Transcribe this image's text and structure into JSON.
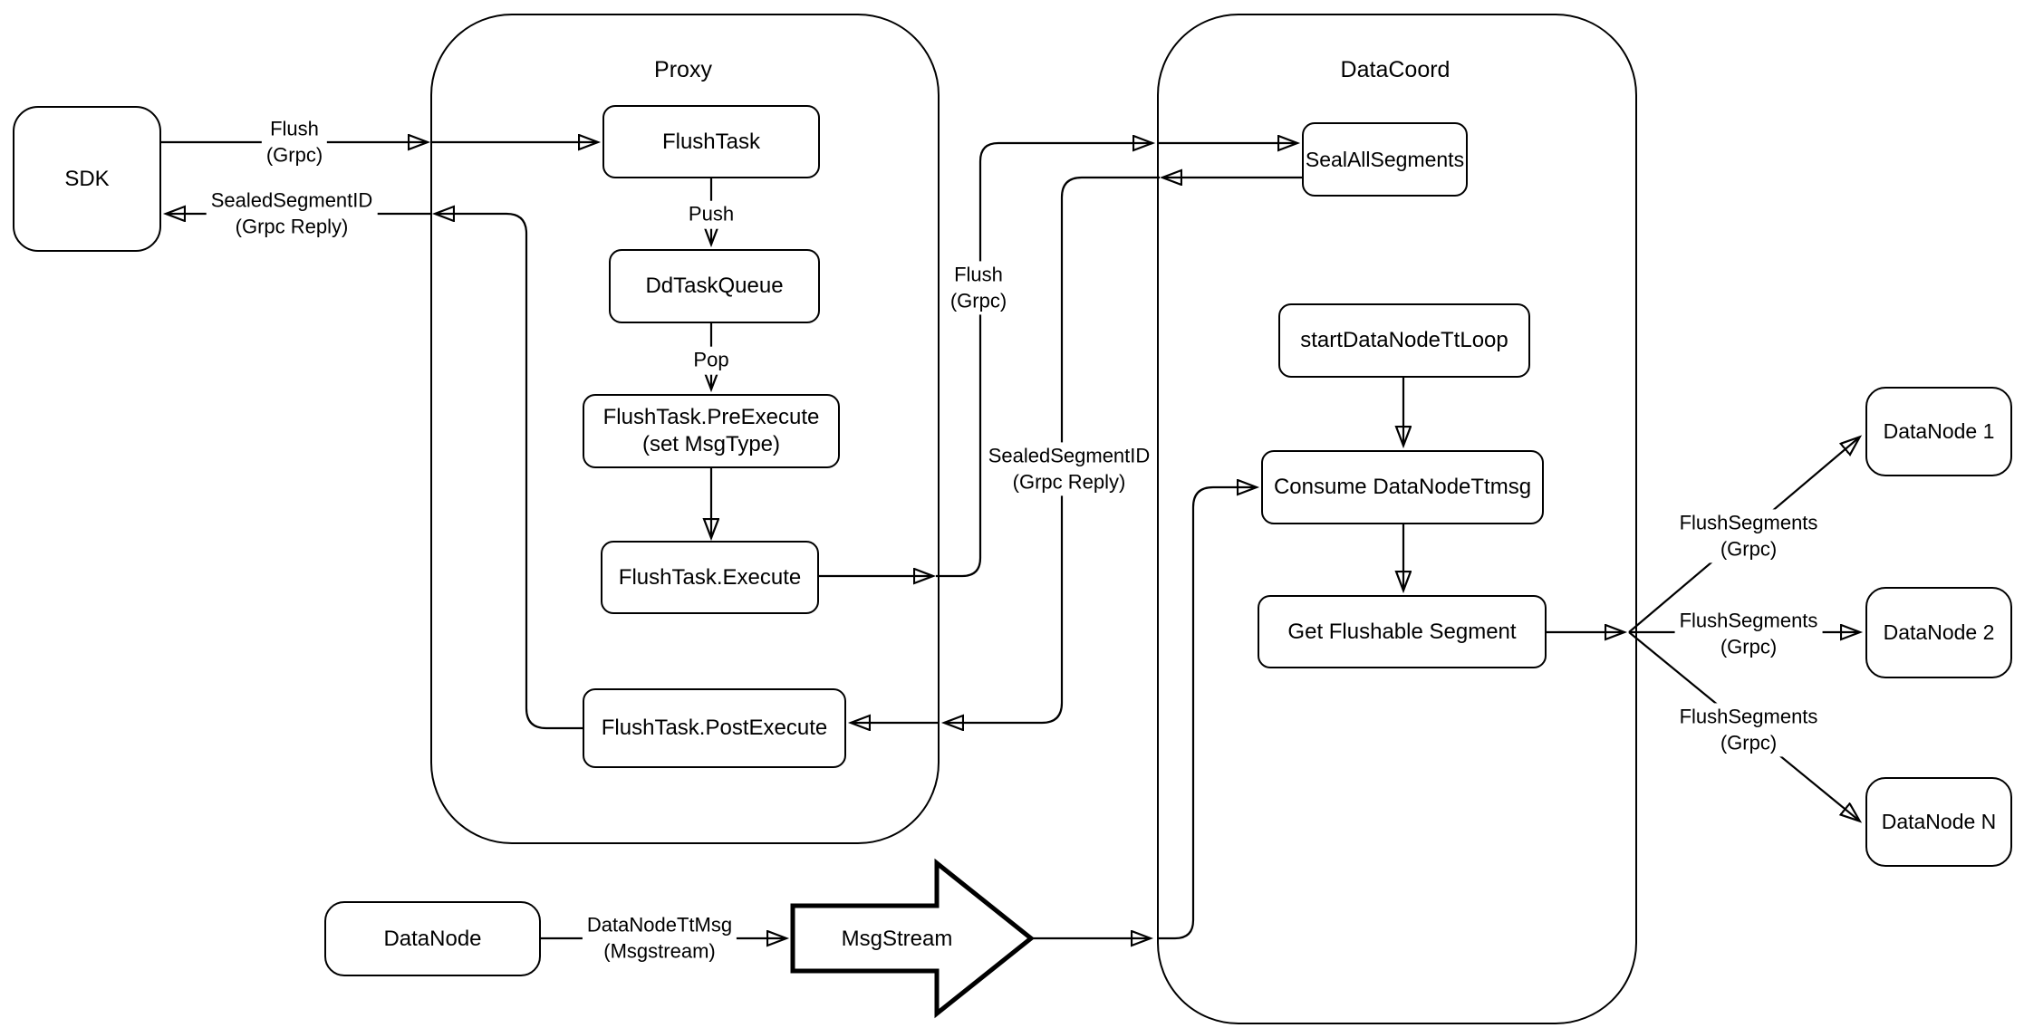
{
  "diagram": {
    "containers": {
      "proxy": {
        "title": "Proxy"
      },
      "datacoord": {
        "title": "DataCoord"
      }
    },
    "nodes": {
      "sdk": {
        "label": "SDK"
      },
      "flushtask": {
        "label": "FlushTask"
      },
      "ddtaskqueue": {
        "label": "DdTaskQueue"
      },
      "preexecute": {
        "line1": "FlushTask.PreExecute",
        "line2": "(set MsgType)"
      },
      "execute": {
        "label": "FlushTask.Execute"
      },
      "postexecute": {
        "label": "FlushTask.PostExecute"
      },
      "sealallsegments": {
        "label": "SealAllSegments"
      },
      "startdatanodettloop": {
        "label": "startDataNodeTtLoop"
      },
      "consumedatanodettmsg": {
        "label": "Consume DataNodeTtmsg"
      },
      "getflushablesegment": {
        "label": "Get Flushable Segment"
      },
      "datanode1": {
        "label": "DataNode 1"
      },
      "datanode2": {
        "label": "DataNode 2"
      },
      "datanoden": {
        "label": "DataNode N"
      },
      "datanode_bottom": {
        "label": "DataNode"
      },
      "msgstream": {
        "label": "MsgStream"
      }
    },
    "edge_labels": {
      "flush_sdk": {
        "line1": "Flush",
        "line2": "(Grpc)"
      },
      "sealed_sdk": {
        "line1": "SealedSegmentID",
        "line2": "(Grpc Reply)"
      },
      "push": {
        "label": "Push"
      },
      "pop": {
        "label": "Pop"
      },
      "flush_mid": {
        "line1": "Flush",
        "line2": "(Grpc)"
      },
      "sealed_mid": {
        "line1": "SealedSegmentID",
        "line2": "(Grpc Reply)"
      },
      "flushsegments1": {
        "line1": "FlushSegments",
        "line2": "(Grpc)"
      },
      "flushsegments2": {
        "line1": "FlushSegments",
        "line2": "(Grpc)"
      },
      "flushsegmentsN": {
        "line1": "FlushSegments",
        "line2": "(Grpc)"
      },
      "datanodettmsg": {
        "line1": "DataNodeTtMsg",
        "line2": "(Msgstream)"
      }
    },
    "colors": {
      "stroke": "#000000",
      "fill": "#ffffff",
      "background": "#ffffff"
    }
  }
}
